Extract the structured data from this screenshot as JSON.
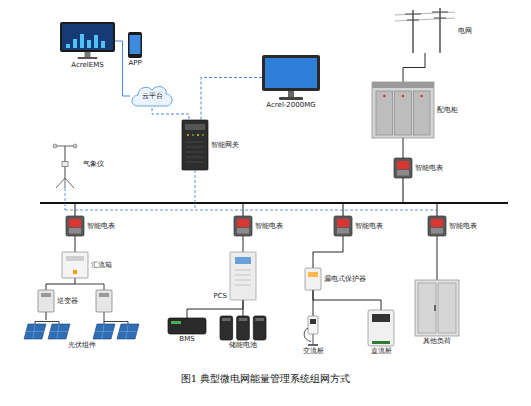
{
  "diagram": {
    "caption": "图1 典型微电网能量管理系统组网方式",
    "nodes": [
      {
        "text": [
          "AcrelEMS"
        ]
      },
      {
        "text": [
          "APP"
        ]
      },
      {
        "text": [
          "云平台"
        ]
      },
      {
        "text": [
          "Acrel-2000MG"
        ]
      },
      {
        "text": [
          "电网"
        ]
      },
      {
        "text": [
          "智能网关"
        ]
      },
      {
        "text": [
          "配电柜"
        ]
      },
      {
        "text": [
          "气象仪"
        ]
      },
      {
        "text": [
          "智能电表"
        ]
      },
      {
        "text": [
          "智能电表"
        ]
      },
      {
        "text": [
          "智能电表"
        ]
      },
      {
        "text": [
          "智能电表"
        ]
      },
      {
        "text": [
          "智能电表"
        ]
      },
      {
        "text": [
          "汇流箱"
        ]
      },
      {
        "text": [
          "PCS"
        ]
      },
      {
        "text": [
          "漏电式保护器"
        ]
      },
      {
        "text": [
          "逆变器"
        ]
      },
      {
        "text": [
          "光伏组件"
        ]
      },
      {
        "text": [
          "BMS"
        ]
      },
      {
        "text": [
          "储能电池"
        ]
      },
      {
        "text": [
          "交流桩"
        ]
      },
      {
        "text": [
          "直流桩"
        ]
      },
      {
        "text": [
          "其他负荷"
        ]
      }
    ],
    "edges": [
      {
        "from": 0,
        "to": 2,
        "arrow": "none"
      },
      {
        "from": 2,
        "to": 5,
        "arrow": "none"
      },
      {
        "from": 3,
        "to": 5,
        "arrow": "none"
      },
      {
        "from": 4,
        "to": 6,
        "arrow": "none"
      },
      {
        "from": 6,
        "to": 8,
        "arrow": "none"
      },
      {
        "from": 9,
        "to": 13,
        "arrow": "none"
      },
      {
        "from": 13,
        "to": 16,
        "arrow": "none"
      },
      {
        "from": 16,
        "to": 17,
        "arrow": "none"
      },
      {
        "from": 10,
        "to": 14,
        "arrow": "none"
      },
      {
        "from": 14,
        "to": 18,
        "arrow": "none"
      },
      {
        "from": 14,
        "to": 19,
        "arrow": "none"
      },
      {
        "from": 11,
        "to": 15,
        "arrow": "none"
      },
      {
        "from": 15,
        "to": 20,
        "arrow": "none"
      },
      {
        "from": 15,
        "to": 21,
        "arrow": "none"
      },
      {
        "from": 12,
        "to": 22,
        "arrow": "none"
      }
    ]
  }
}
